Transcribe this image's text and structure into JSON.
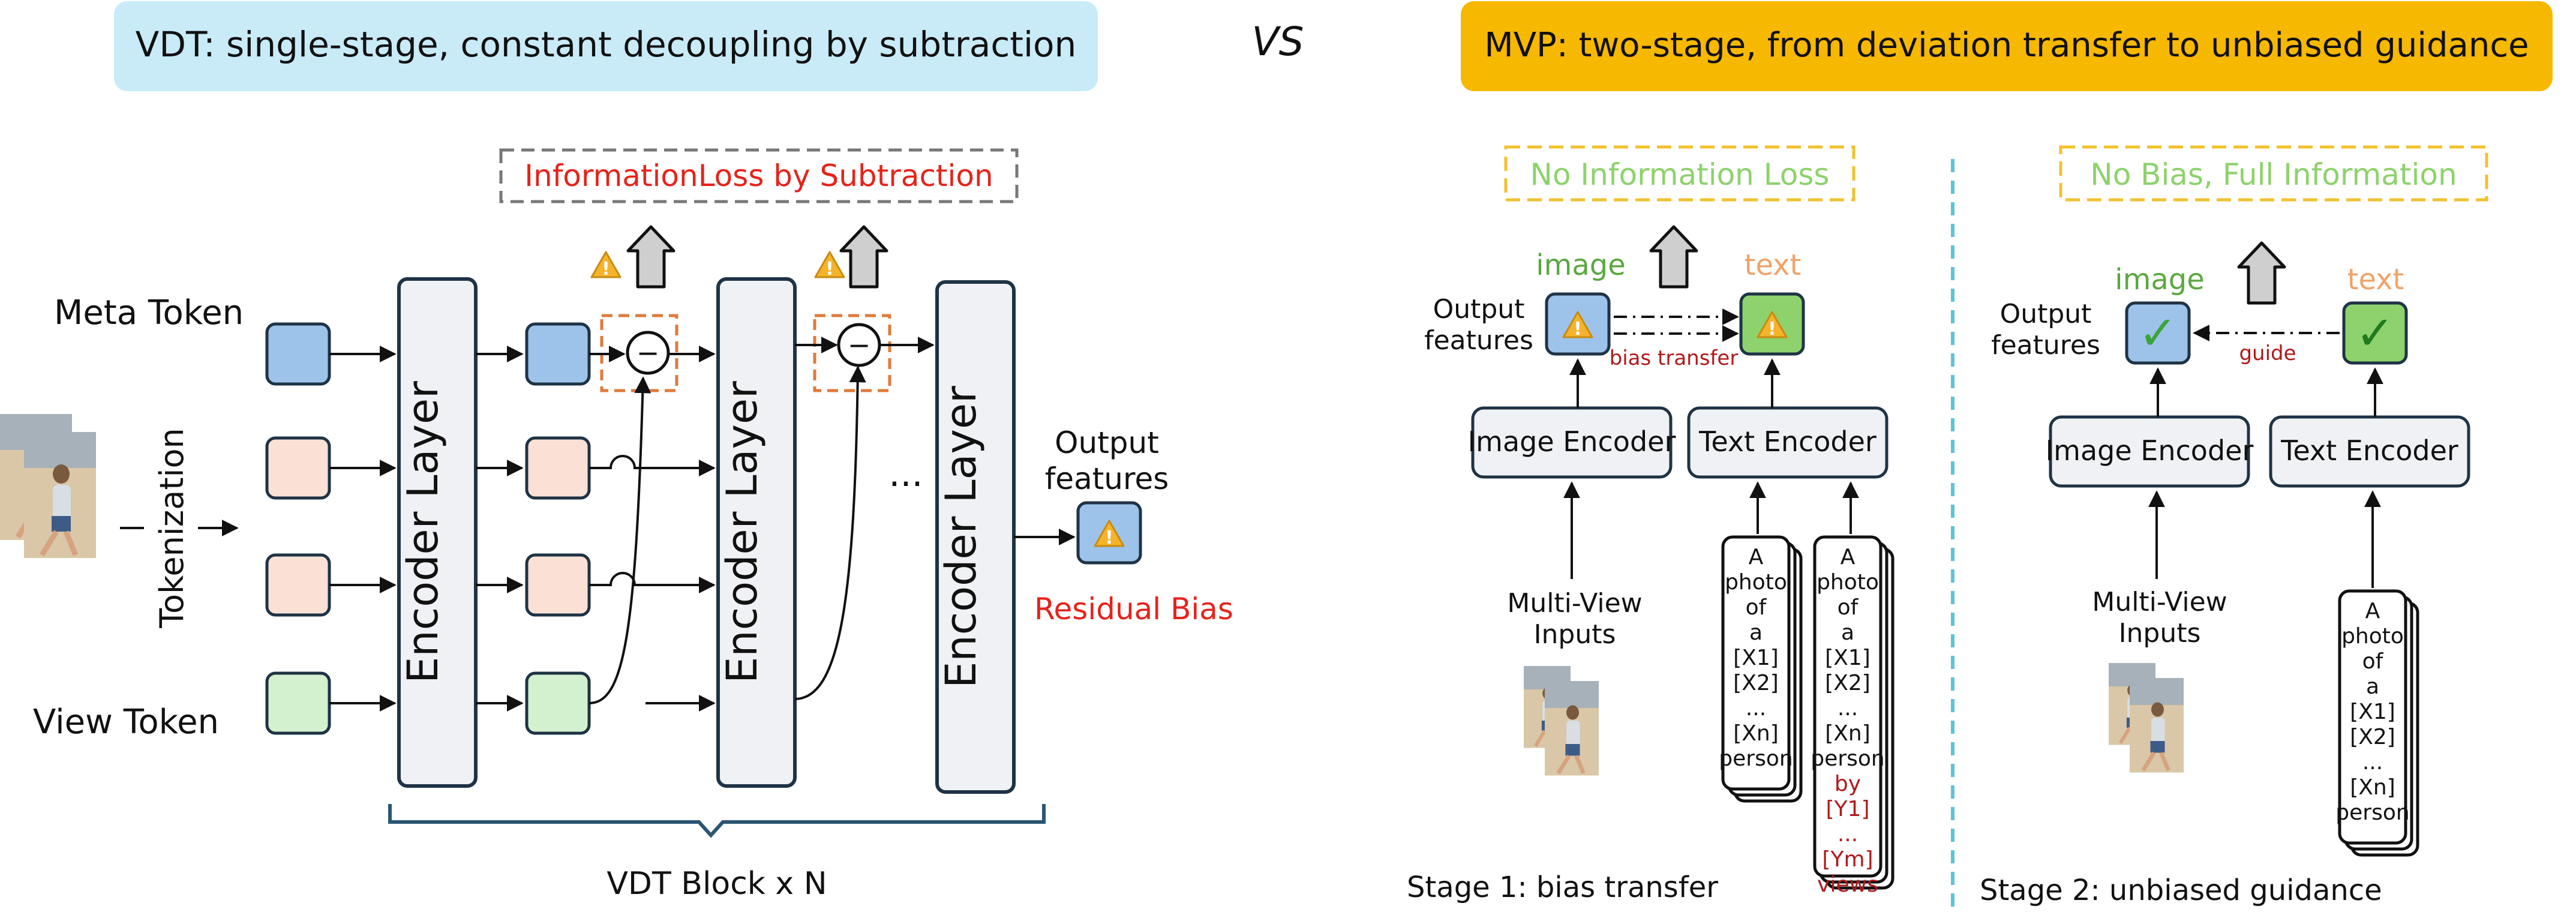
{
  "header": {
    "vdt_title": "VDT: single-stage, constant decoupling by subtraction",
    "vs": "VS",
    "mvp_title": "MVP: two-stage, from deviation transfer to unbiased guidance",
    "colors": {
      "vdt_bg": "#c9ebf8",
      "mvp_bg": "#f6b800"
    }
  },
  "vdt": {
    "info_loss": "InformationLoss by Subtraction",
    "meta_token": "Meta Token",
    "view_token": "View Token",
    "tokenization": "Tokenization",
    "encoder_layer": "Encoder Layer",
    "ellipsis": "...",
    "output_features": [
      "Output",
      "features"
    ],
    "residual_bias": "Residual Bias",
    "block_label": "VDT Block x N",
    "minus": "−",
    "warning": "!"
  },
  "mvp": {
    "stage1": {
      "no_info_loss": "No Information Loss",
      "image": "image",
      "text": "text",
      "output_features": [
        "Output",
        "features"
      ],
      "bias_transfer": "bias transfer",
      "image_encoder": "Image Encoder",
      "text_encoder": "Text Encoder",
      "multi_view_inputs": [
        "Multi-View",
        "Inputs"
      ],
      "prompt1": [
        "A",
        "photo",
        "of",
        "a",
        "[X1]",
        "[X2]",
        "...",
        "[Xn]",
        "person"
      ],
      "prompt2_black": [
        "A",
        "photo",
        "of",
        "a",
        "[X1]",
        "[X2]",
        "...",
        "[Xn]",
        "person"
      ],
      "prompt2_red": [
        "by",
        "[Y1]",
        "...",
        "[Ym]",
        "views"
      ],
      "caption": "Stage 1: bias transfer"
    },
    "stage2": {
      "no_bias": "No Bias, Full Information",
      "image": "image",
      "text": "text",
      "output_features": [
        "Output",
        "features"
      ],
      "guide": "guide",
      "image_encoder": "Image Encoder",
      "text_encoder": "Text Encoder",
      "multi_view_inputs": [
        "Multi-View",
        "Inputs"
      ],
      "prompt": [
        "A",
        "photo",
        "of",
        "a",
        "[X1]",
        "[X2]",
        "...",
        "[Xn]",
        "person"
      ],
      "caption": "Stage 2: unbiased guidance"
    },
    "check": "✓",
    "warning": "!"
  },
  "colors": {
    "blue_token": "#9ec3ea",
    "pink_token": "#fbe0d6",
    "green_token": "#d4f1cf",
    "red_text": "#e5231b",
    "green_text": "#8dd26c",
    "orange_text": "#f0a36a",
    "dark_red": "#b0181a",
    "warn_yellow": "#f4b32b",
    "dash_orange": "#e07a3a",
    "dash_yellow": "#f2c12e",
    "divider_cyan": "#5bc4d8",
    "arrow_gray": "#c8c8c8"
  }
}
